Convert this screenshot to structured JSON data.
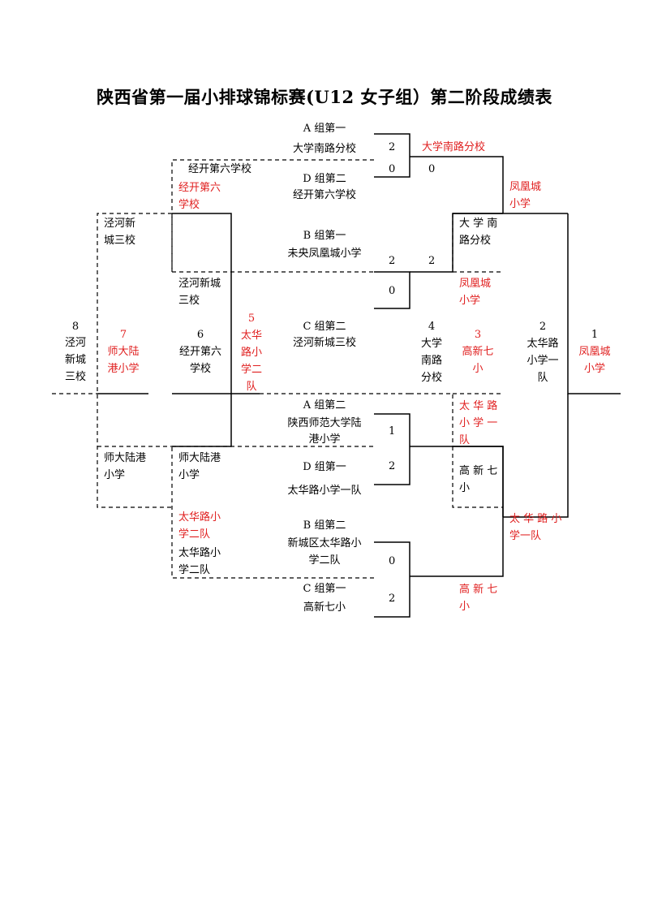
{
  "title": "陕西省第一届小排球锦标赛(U12 女子组）第二阶段成绩表",
  "colors": {
    "line": "#000000",
    "advance": "#e02020"
  },
  "round1": {
    "m1": {
      "top_seed": "A 组第一",
      "top_team": "大学南路分校",
      "top_score": "2",
      "bottom_seed": "D 组第二",
      "bottom_team": "经开第六学校",
      "bottom_score": "0"
    },
    "m2": {
      "top_seed": "B 组第一",
      "top_team": "未央凤凰城小学",
      "top_score": "2",
      "bottom_seed": "C 组第二",
      "bottom_team": "泾河新城三校",
      "bottom_score": "0"
    },
    "m3": {
      "top_seed": "A 组第二",
      "top_team_line1": "陕西师范大学陆",
      "top_team_line2": "港小学",
      "top_score": "1",
      "bottom_seed": "D 组第一",
      "bottom_team": "太华路小学一队",
      "bottom_score": "2"
    },
    "m4": {
      "top_seed": "B 组第二",
      "top_team_line1": "新城区太华路小",
      "top_team_line2": "学二队",
      "top_score": "0",
      "bottom_seed": "C 组第一",
      "bottom_team": "高新七小",
      "bottom_score": "2"
    }
  },
  "winners_bracket": {
    "qf1_winner": "大学南路分校",
    "qf1_loser_score": "0",
    "qf2_winner_score": "2",
    "semi1_top": "大 学 南",
    "semi1_top2": "路分校",
    "semi1_bottom_line1": "凤凰城",
    "semi1_bottom_line2": "小学",
    "semi1_winner_line1": "凤凰城",
    "semi1_winner_line2": "小学",
    "semi2_top_line1": "太 华 路",
    "semi2_top_line2": "小 学 一",
    "semi2_top_line3": "队",
    "semi2_bottom_line1": "高 新 七",
    "semi2_bottom_line2": "小",
    "semi2_winner_line1": "太 华 路 小",
    "semi2_winner_line2": "学一队",
    "qf4_winner_line1": "高 新 七",
    "qf4_winner_line2": "小"
  },
  "losers_bracket": {
    "l1_top": "经开第六学校",
    "l1_winner_line1": "经开第六",
    "l1_winner_line2": "学校",
    "l1_bottom_line1": "泾河新城",
    "l1_bottom_line2": "三校",
    "l2_top_line1": "师大陆港",
    "l2_top_line2": "小学",
    "l2_winner_line1": "太华路小",
    "l2_winner_line2": "学二队",
    "l2_bottom_line1": "太华路小",
    "l2_bottom_line2": "学二队",
    "l3_top_line1": "泾河新",
    "l3_top_line2": "城三校",
    "l3_bottom_line1": "师大陆港",
    "l3_bottom_line2": "小学"
  },
  "placings": {
    "p8": {
      "rank": "8",
      "line1": "泾河",
      "line2": "新城",
      "line3": "三校"
    },
    "p7": {
      "rank": "7",
      "line1": "师大陆",
      "line2": "港小学"
    },
    "p6": {
      "rank": "6",
      "line1": "经开第六",
      "line2": "学校"
    },
    "p5": {
      "rank": "5",
      "line1": "太华",
      "line2": "路小",
      "line3": "学二",
      "line4": "队"
    },
    "center": {
      "seed": "C 组第二",
      "team": "泾河新城三校"
    },
    "p4": {
      "rank": "4",
      "line1": "大学",
      "line2": "南路",
      "line3": "分校"
    },
    "p3": {
      "rank": "3",
      "line1": "高新七",
      "line2": "小"
    },
    "p2": {
      "rank": "2",
      "line1": "太华路",
      "line2": "小学一",
      "line3": "队"
    },
    "p1": {
      "rank": "1",
      "line1": "凤凰城",
      "line2": "小学"
    }
  }
}
